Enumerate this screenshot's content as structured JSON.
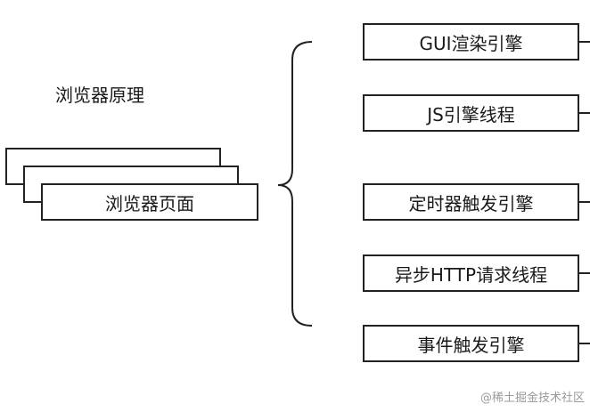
{
  "title": "浏览器原理",
  "page_stack": {
    "front_label": "浏览器页面"
  },
  "nodes": [
    "GUI渲染引擎",
    "JS引擎线程",
    "定时器触发引擎",
    "异步HTTP请求线程",
    "事件触发引擎"
  ],
  "watermark": "@稀土掘金技术社区"
}
